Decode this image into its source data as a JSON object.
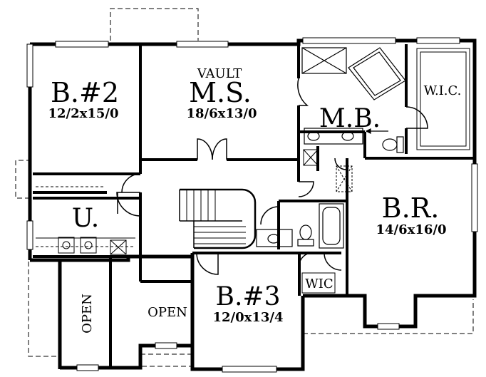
{
  "rooms": {
    "bedroom2": {
      "name": "B.#2",
      "size": "12/2x15/0"
    },
    "master_suite": {
      "vault": "VAULT",
      "name": "M.S.",
      "size": "18/6x13/0"
    },
    "master_bath": {
      "name": "M.B."
    },
    "walk_in_closet_master": {
      "name": "W.I.C."
    },
    "utility": {
      "name": "U."
    },
    "bedroom_right": {
      "name": "B.R.",
      "size": "14/6x16/0"
    },
    "bedroom3": {
      "name": "B.#3",
      "size": "12/0x13/4"
    },
    "walk_in_closet_small": {
      "name": "WIC"
    },
    "open_middle": {
      "name": "OPEN"
    },
    "open_left": {
      "name": "OPEN"
    }
  }
}
